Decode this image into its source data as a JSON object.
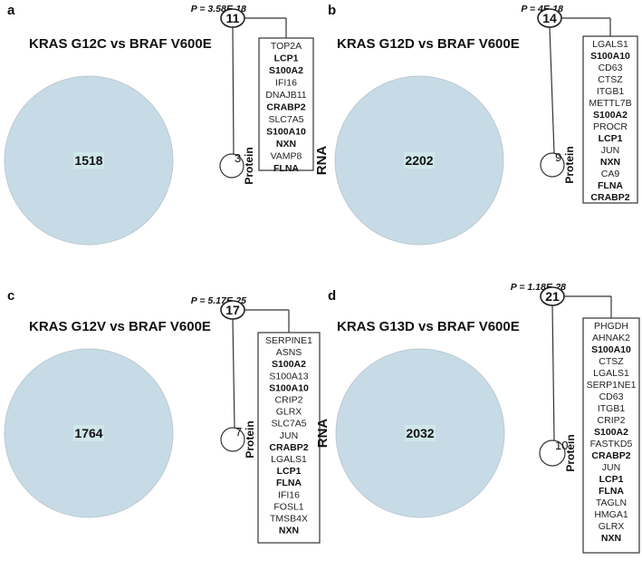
{
  "panels": [
    {
      "letter": "a",
      "title": "KRAS G12C vs BRAF V600E",
      "pvalue": "P = 3.58E-18",
      "rna_label": "RNA",
      "protein_label": "Protein",
      "rna_count": "1518",
      "overlap": "3",
      "protein_count": "11",
      "genes": [
        {
          "name": "TOP2A",
          "bold": false
        },
        {
          "name": "LCP1",
          "bold": true
        },
        {
          "name": "S100A2",
          "bold": true
        },
        {
          "name": "IFI16",
          "bold": false
        },
        {
          "name": "DNAJB11",
          "bold": false
        },
        {
          "name": "CRABP2",
          "bold": true
        },
        {
          "name": "SLC7A5",
          "bold": false
        },
        {
          "name": "S100A10",
          "bold": true
        },
        {
          "name": "NXN",
          "bold": true
        },
        {
          "name": "VAMP8",
          "bold": false
        },
        {
          "name": "FLNA",
          "bold": true
        }
      ]
    },
    {
      "letter": "b",
      "title": "KRAS G12D vs BRAF V600E",
      "pvalue": "P = 4E-18",
      "rna_label": "RNA",
      "protein_label": "Protein",
      "rna_count": "2202",
      "overlap": "9",
      "protein_count": "14",
      "genes": [
        {
          "name": "LGALS1",
          "bold": false
        },
        {
          "name": "S100A10",
          "bold": true
        },
        {
          "name": "CD63",
          "bold": false
        },
        {
          "name": "CTSZ",
          "bold": false
        },
        {
          "name": "ITGB1",
          "bold": false
        },
        {
          "name": "METTL7B",
          "bold": false
        },
        {
          "name": "S100A2",
          "bold": true
        },
        {
          "name": "PROCR",
          "bold": false
        },
        {
          "name": "LCP1",
          "bold": true
        },
        {
          "name": "JUN",
          "bold": false
        },
        {
          "name": "NXN",
          "bold": true
        },
        {
          "name": "CA9",
          "bold": false
        },
        {
          "name": "FLNA",
          "bold": true
        },
        {
          "name": "CRABP2",
          "bold": true
        }
      ]
    },
    {
      "letter": "c",
      "title": "KRAS G12V vs BRAF V600E",
      "pvalue": "P = 5.17E-25",
      "rna_label": "RNA",
      "protein_label": "Protein",
      "rna_count": "1764",
      "overlap": "7",
      "protein_count": "17",
      "genes": [
        {
          "name": "SERPINE1",
          "bold": false
        },
        {
          "name": "ASNS",
          "bold": false
        },
        {
          "name": "S100A2",
          "bold": true
        },
        {
          "name": "S100A13",
          "bold": false
        },
        {
          "name": "S100A10",
          "bold": true
        },
        {
          "name": "CRIP2",
          "bold": false
        },
        {
          "name": "GLRX",
          "bold": false
        },
        {
          "name": "SLC7A5",
          "bold": false
        },
        {
          "name": "JUN",
          "bold": false
        },
        {
          "name": "CRABP2",
          "bold": true
        },
        {
          "name": "LGALS1",
          "bold": false
        },
        {
          "name": "LCP1",
          "bold": true
        },
        {
          "name": "FLNA",
          "bold": true
        },
        {
          "name": "IFI16",
          "bold": false
        },
        {
          "name": "FOSL1",
          "bold": false
        },
        {
          "name": "TMSB4X",
          "bold": false
        },
        {
          "name": "NXN",
          "bold": true
        }
      ]
    },
    {
      "letter": "d",
      "title": "KRAS G13D vs BRAF V600E",
      "pvalue": "P = 1.18E-28",
      "rna_label": "RNA",
      "protein_label": "Protein",
      "rna_count": "2032",
      "overlap": "10",
      "protein_count": "21",
      "genes": [
        {
          "name": "PHGDH",
          "bold": false
        },
        {
          "name": "AHNAK2",
          "bold": false
        },
        {
          "name": "S100A10",
          "bold": true
        },
        {
          "name": "CTSZ",
          "bold": false
        },
        {
          "name": "LGALS1",
          "bold": false
        },
        {
          "name": "SERP1NE1",
          "bold": false
        },
        {
          "name": "CD63",
          "bold": false
        },
        {
          "name": "ITGB1",
          "bold": false
        },
        {
          "name": "CRIP2",
          "bold": false
        },
        {
          "name": "S100A2",
          "bold": true
        },
        {
          "name": "FASTKD5",
          "bold": false
        },
        {
          "name": "CRABP2",
          "bold": true
        },
        {
          "name": "JUN",
          "bold": false
        },
        {
          "name": "LCP1",
          "bold": true
        },
        {
          "name": "FLNA",
          "bold": true
        },
        {
          "name": "TAGLN",
          "bold": false
        },
        {
          "name": "HMGA1",
          "bold": false
        },
        {
          "name": "GLRX",
          "bold": false
        },
        {
          "name": "NXN",
          "bold": true
        }
      ]
    }
  ],
  "colors": {
    "rna_circle": "#c7dbe6",
    "count_highlight": "#cfe7ea"
  }
}
